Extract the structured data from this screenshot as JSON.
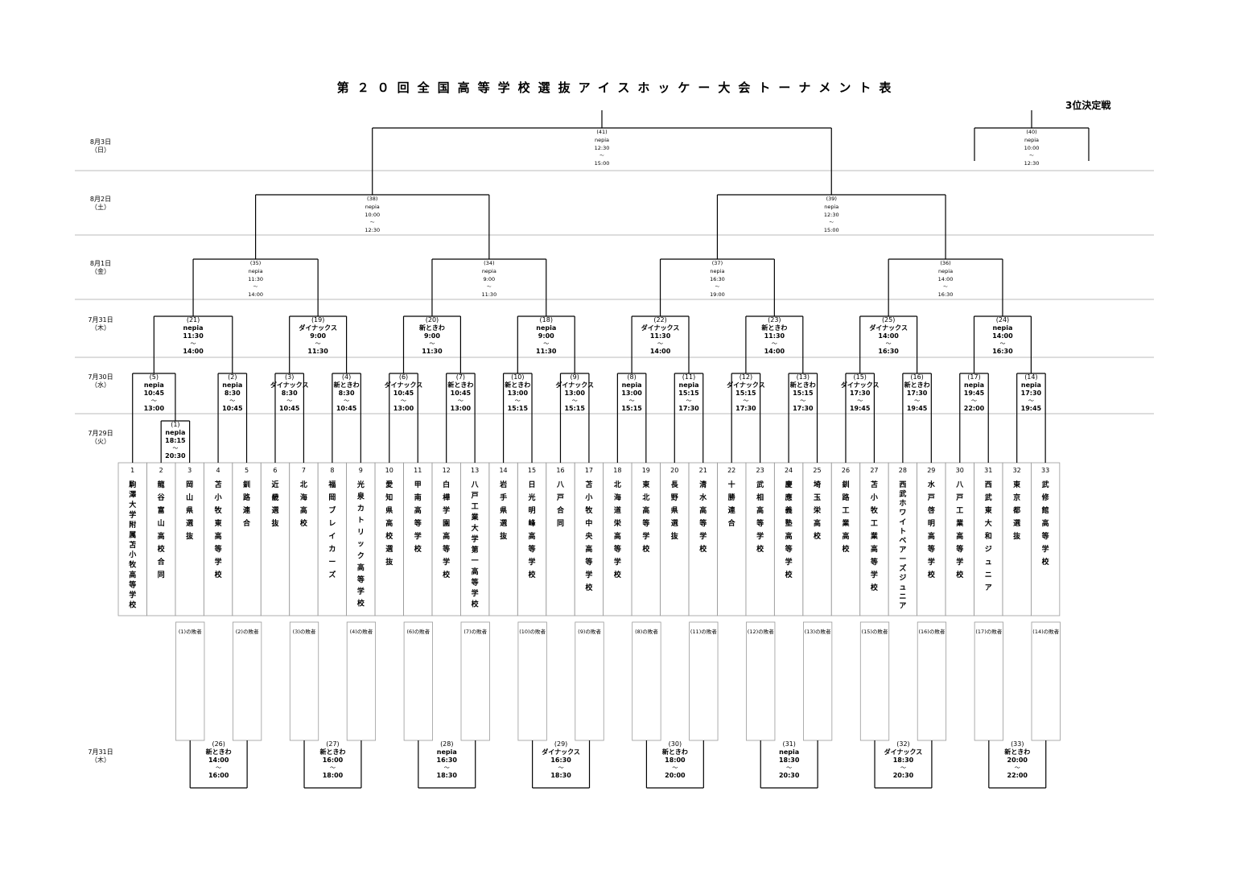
{
  "title": "第２０回全国高等学校選抜アイスホッケー大会トーナメント表",
  "third_place_label": "3位決定戦",
  "day_labels": [
    {
      "date": "8月3日",
      "dow": "（日）"
    },
    {
      "date": "8月2日",
      "dow": "（土）"
    },
    {
      "date": "8月1日",
      "dow": "（金）"
    },
    {
      "date": "7月31日",
      "dow": "（木）"
    },
    {
      "date": "7月30日",
      "dow": "（水）"
    },
    {
      "date": "7月29日",
      "dow": "（火）"
    },
    {
      "date": "7月31日",
      "dow": "（木）"
    }
  ],
  "teams": [
    {
      "no": "1",
      "name": "駒澤大学附属苫小牧高等学校"
    },
    {
      "no": "2",
      "name": "龍谷富山高校合同"
    },
    {
      "no": "3",
      "name": "岡山県選抜"
    },
    {
      "no": "4",
      "name": "苫小牧東高等学校"
    },
    {
      "no": "5",
      "name": "釧路連合"
    },
    {
      "no": "6",
      "name": "近畿選抜"
    },
    {
      "no": "7",
      "name": "北海高校"
    },
    {
      "no": "8",
      "name": "福岡ブレイカーズ"
    },
    {
      "no": "9",
      "name": "光泉カトリック高等学校"
    },
    {
      "no": "10",
      "name": "愛知県高校選抜"
    },
    {
      "no": "11",
      "name": "甲南高等学校"
    },
    {
      "no": "12",
      "name": "白樺学園高等学校"
    },
    {
      "no": "13",
      "name": "八戸工業大学第一高等学校"
    },
    {
      "no": "14",
      "name": "岩手県選抜"
    },
    {
      "no": "15",
      "name": "日光明峰高等学校"
    },
    {
      "no": "16",
      "name": "八戸合同"
    },
    {
      "no": "17",
      "name": "苫小牧中央高等学校"
    },
    {
      "no": "18",
      "name": "北海道栄高等学校"
    },
    {
      "no": "19",
      "name": "東北高等学校"
    },
    {
      "no": "20",
      "name": "長野県選抜"
    },
    {
      "no": "21",
      "name": "清水高等学校"
    },
    {
      "no": "22",
      "name": "十勝連合"
    },
    {
      "no": "23",
      "name": "武相高等学校"
    },
    {
      "no": "24",
      "name": "慶應義塾高等学校"
    },
    {
      "no": "25",
      "name": "埼玉栄高校"
    },
    {
      "no": "26",
      "name": "釧路工業高校"
    },
    {
      "no": "27",
      "name": "苫小牧工業高等学校"
    },
    {
      "no": "28",
      "name": "西武ホワイトベアーズジュニア"
    },
    {
      "no": "29",
      "name": "水戸啓明高等学校"
    },
    {
      "no": "30",
      "name": "八戸工業高等学校"
    },
    {
      "no": "31",
      "name": "西武東大和ジュニア"
    },
    {
      "no": "32",
      "name": "東京都選抜"
    },
    {
      "no": "33",
      "name": "武修館高等学校"
    }
  ],
  "matches": [
    {
      "no": "(1)",
      "venue": "nepia",
      "start": "18:15",
      "sep": "～",
      "end": "20:30"
    },
    {
      "no": "(5)",
      "venue": "nepia",
      "start": "10:45",
      "sep": "～",
      "end": "13:00"
    },
    {
      "no": "(2)",
      "venue": "nepia",
      "start": "8:30",
      "sep": "～",
      "end": "10:45"
    },
    {
      "no": "(3)",
      "venue": "ダイナックス",
      "start": "8:30",
      "sep": "～",
      "end": "10:45"
    },
    {
      "no": "(4)",
      "venue": "新ときわ",
      "start": "8:30",
      "sep": "～",
      "end": "10:45"
    },
    {
      "no": "(6)",
      "venue": "ダイナックス",
      "start": "10:45",
      "sep": "～",
      "end": "13:00"
    },
    {
      "no": "(7)",
      "venue": "新ときわ",
      "start": "10:45",
      "sep": "～",
      "end": "13:00"
    },
    {
      "no": "(10)",
      "venue": "新ときわ",
      "start": "13:00",
      "sep": "～",
      "end": "15:15"
    },
    {
      "no": "(9)",
      "venue": "ダイナックス",
      "start": "13:00",
      "sep": "～",
      "end": "15:15"
    },
    {
      "no": "(8)",
      "venue": "nepia",
      "start": "13:00",
      "sep": "～",
      "end": "15:15"
    },
    {
      "no": "(11)",
      "venue": "nepia",
      "start": "15:15",
      "sep": "～",
      "end": "17:30"
    },
    {
      "no": "(12)",
      "venue": "ダイナックス",
      "start": "15:15",
      "sep": "～",
      "end": "17:30"
    },
    {
      "no": "(13)",
      "venue": "新ときわ",
      "start": "15:15",
      "sep": "～",
      "end": "17:30"
    },
    {
      "no": "(15)",
      "venue": "ダイナックス",
      "start": "17:30",
      "sep": "～",
      "end": "19:45"
    },
    {
      "no": "(16)",
      "venue": "新ときわ",
      "start": "17:30",
      "sep": "～",
      "end": "19:45"
    },
    {
      "no": "(17)",
      "venue": "nepia",
      "start": "19:45",
      "sep": "～",
      "end": "22:00"
    },
    {
      "no": "(14)",
      "venue": "nepia",
      "start": "17:30",
      "sep": "～",
      "end": "19:45"
    },
    {
      "no": "(21)",
      "venue": "nepia",
      "start": "11:30",
      "sep": "～",
      "end": "14:00"
    },
    {
      "no": "(19)",
      "venue": "ダイナックス",
      "start": "9:00",
      "sep": "～",
      "end": "11:30"
    },
    {
      "no": "(20)",
      "venue": "新ときわ",
      "start": "9:00",
      "sep": "～",
      "end": "11:30"
    },
    {
      "no": "(18)",
      "venue": "nepia",
      "start": "9:00",
      "sep": "～",
      "end": "11:30"
    },
    {
      "no": "(22)",
      "venue": "ダイナックス",
      "start": "11:30",
      "sep": "～",
      "end": "14:00"
    },
    {
      "no": "(23)",
      "venue": "新ときわ",
      "start": "11:30",
      "sep": "～",
      "end": "14:00"
    },
    {
      "no": "(25)",
      "venue": "ダイナックス",
      "start": "14:00",
      "sep": "～",
      "end": "16:30"
    },
    {
      "no": "(24)",
      "venue": "nepia",
      "start": "14:00",
      "sep": "～",
      "end": "16:30"
    },
    {
      "no": "(35)",
      "venue": "nepia",
      "start": "11:30",
      "sep": "～",
      "end": "14:00"
    },
    {
      "no": "(34)",
      "venue": "nepia",
      "start": "9:00",
      "sep": "～",
      "end": "11:30"
    },
    {
      "no": "(37)",
      "venue": "nepia",
      "start": "16:30",
      "sep": "～",
      "end": "19:00"
    },
    {
      "no": "(36)",
      "venue": "nepia",
      "start": "14:00",
      "sep": "～",
      "end": "16:30"
    },
    {
      "no": "(38)",
      "venue": "nepia",
      "start": "10:00",
      "sep": "～",
      "end": "12:30"
    },
    {
      "no": "(39)",
      "venue": "nepia",
      "start": "12:30",
      "sep": "～",
      "end": "15:00"
    },
    {
      "no": "(41)",
      "venue": "nepia",
      "start": "12:30",
      "sep": "～",
      "end": "15:00"
    },
    {
      "no": "(40)",
      "venue": "nepia",
      "start": "10:00",
      "sep": "～",
      "end": "12:30"
    },
    {
      "no": "(26)",
      "venue": "新ときわ",
      "start": "14:00",
      "sep": "～",
      "end": "16:00"
    },
    {
      "no": "(27)",
      "venue": "新ときわ",
      "start": "16:00",
      "sep": "～",
      "end": "18:00"
    },
    {
      "no": "(28)",
      "venue": "nepia",
      "start": "16:30",
      "sep": "～",
      "end": "18:30"
    },
    {
      "no": "(29)",
      "venue": "ダイナックス",
      "start": "16:30",
      "sep": "～",
      "end": "18:30"
    },
    {
      "no": "(30)",
      "venue": "新ときわ",
      "start": "18:00",
      "sep": "～",
      "end": "20:00"
    },
    {
      "no": "(31)",
      "venue": "nepia",
      "start": "18:30",
      "sep": "～",
      "end": "20:30"
    },
    {
      "no": "(32)",
      "venue": "ダイナックス",
      "start": "18:30",
      "sep": "～",
      "end": "20:30"
    },
    {
      "no": "(33)",
      "venue": "新ときわ",
      "start": "20:00",
      "sep": "～",
      "end": "22:00"
    }
  ],
  "losers": [
    "(1)の敗者",
    "(2)の敗者",
    "(3)の敗者",
    "(4)の敗者",
    "(6)の敗者",
    "(7)の敗者",
    "(10)の敗者",
    "(9)の敗者",
    "(8)の敗者",
    "(11)の敗者",
    "(12)の敗者",
    "(13)の敗者",
    "(15)の敗者",
    "(16)の敗者",
    "(17)の敗者",
    "(14)の敗者"
  ]
}
